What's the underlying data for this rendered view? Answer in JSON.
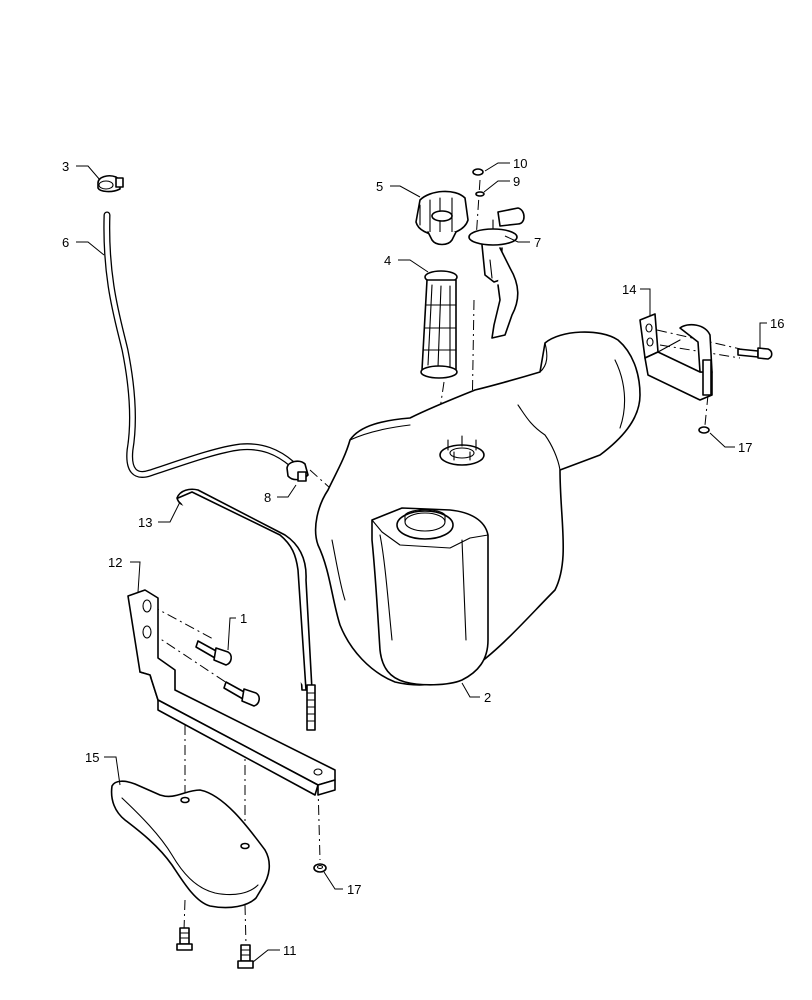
{
  "callouts": {
    "c1": "1",
    "c2": "2",
    "c3": "3",
    "c4": "4",
    "c5": "5",
    "c6": "6",
    "c7": "7",
    "c8": "8",
    "c9": "9",
    "c10": "10",
    "c11": "11",
    "c12": "12",
    "c13": "13",
    "c14": "14",
    "c15": "15",
    "c16": "16",
    "c17a": "17",
    "c17b": "17"
  },
  "parts": [
    {
      "id": "1",
      "icon": "bolt-icon"
    },
    {
      "id": "2",
      "icon": "fuel-tank-icon"
    },
    {
      "id": "3",
      "icon": "hose-clamp-icon"
    },
    {
      "id": "4",
      "icon": "filler-strainer-icon"
    },
    {
      "id": "5",
      "icon": "fuel-cap-icon"
    },
    {
      "id": "6",
      "icon": "vent-hose-icon"
    },
    {
      "id": "7",
      "icon": "fuel-sender-icon"
    },
    {
      "id": "8",
      "icon": "hose-clamp-icon"
    },
    {
      "id": "9",
      "icon": "washer-icon"
    },
    {
      "id": "10",
      "icon": "screw-icon"
    },
    {
      "id": "11",
      "icon": "bolt-icon"
    },
    {
      "id": "12",
      "icon": "mounting-bracket-icon"
    },
    {
      "id": "13",
      "icon": "tank-strap-icon"
    },
    {
      "id": "14",
      "icon": "bracket-icon"
    },
    {
      "id": "15",
      "icon": "support-pad-icon"
    },
    {
      "id": "16",
      "icon": "bolt-icon"
    },
    {
      "id": "17",
      "icon": "nut-icon"
    }
  ]
}
